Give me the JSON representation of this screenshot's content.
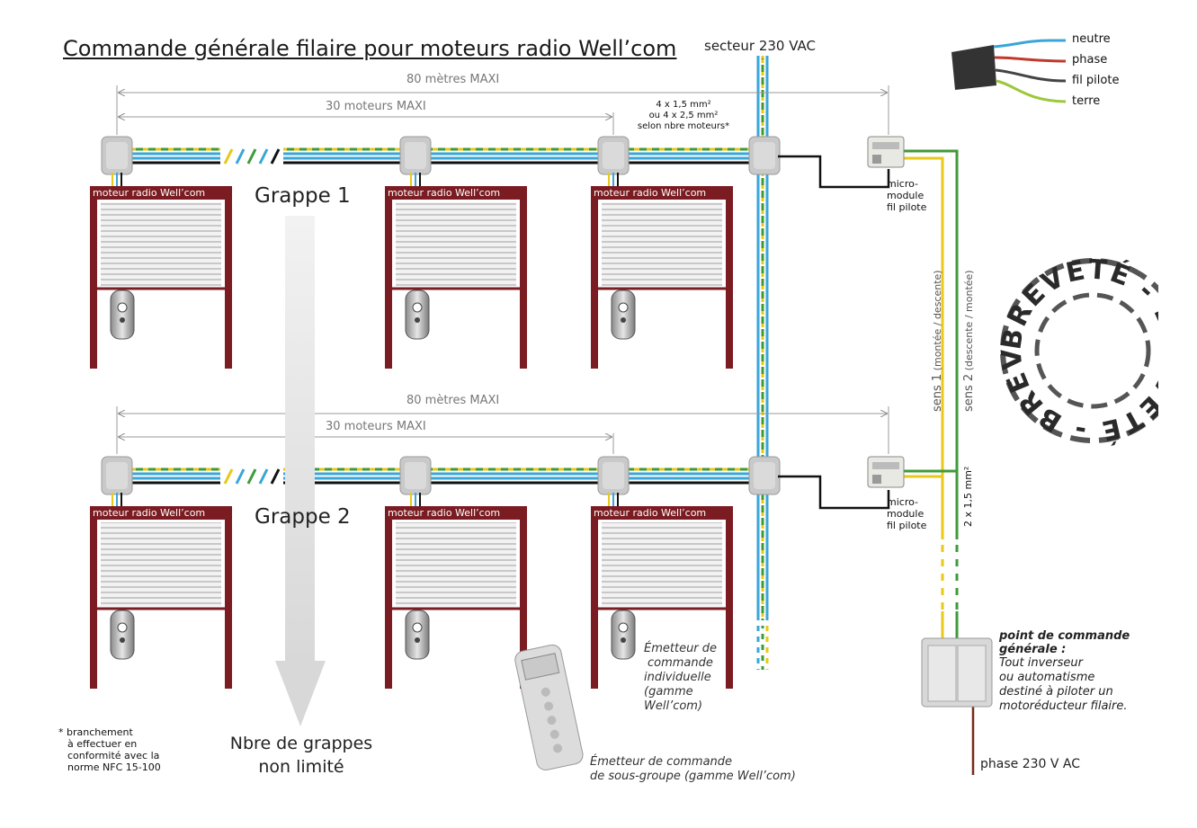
{
  "title": "Commande générale filaire pour moteurs radio Well’com",
  "mains_label": "secteur 230 VAC",
  "dimensions": {
    "max_length": "80 mètres MAXI",
    "max_motors": "30 moteurs MAXI"
  },
  "cable_section": [
    "4 x 1,5 mm²",
    "ou 4 x 2,5 mm²",
    "selon nbre moteurs*"
  ],
  "motor_label": "moteur radio Well’com",
  "clusters": [
    "Grappe 1",
    "Grappe 2"
  ],
  "micro_module": [
    "micro-",
    "module",
    "fil pilote"
  ],
  "sens1": {
    "label": "sens 1",
    "detail": "(montée / descente)"
  },
  "sens2": {
    "label": "sens 2",
    "detail": "(descente / montée)"
  },
  "wire_section_vertical": "2 x 1,5 mm²",
  "wire_legend": [
    {
      "label": "neutre",
      "color": "#3aa6d8"
    },
    {
      "label": "phase",
      "color": "#c0392b"
    },
    {
      "label": "fil pilote",
      "color": "#222222"
    },
    {
      "label": "terre",
      "color": "#9cc83a"
    }
  ],
  "stamp_text": "BREVETÉ - BREVETÉ - BREVETÉ - ",
  "footnote": [
    "* branchement",
    "à effectuer en",
    "conformité avec la",
    "norme NFC 15-100"
  ],
  "unlimited": [
    "Nbre de grappes",
    "non limité"
  ],
  "individual_emitter": [
    "Émetteur de",
    "commande",
    "individuelle",
    "(gamme",
    "Well’com)"
  ],
  "subgroup_emitter": [
    "Émetteur de commande",
    "de sous-groupe (gamme Well’com)"
  ],
  "command_point": {
    "title": [
      "point de commande",
      "générale :"
    ],
    "text": [
      "Tout inverseur",
      "ou automatisme",
      "destiné à piloter un",
      "motoréducteur filaire."
    ]
  },
  "phase_label": "phase 230 V AC",
  "colors": {
    "shutter_frame": "#7a1c22",
    "yellow": "#e8c81a",
    "green": "#3f9a3a",
    "blue": "#3aa6d8"
  }
}
